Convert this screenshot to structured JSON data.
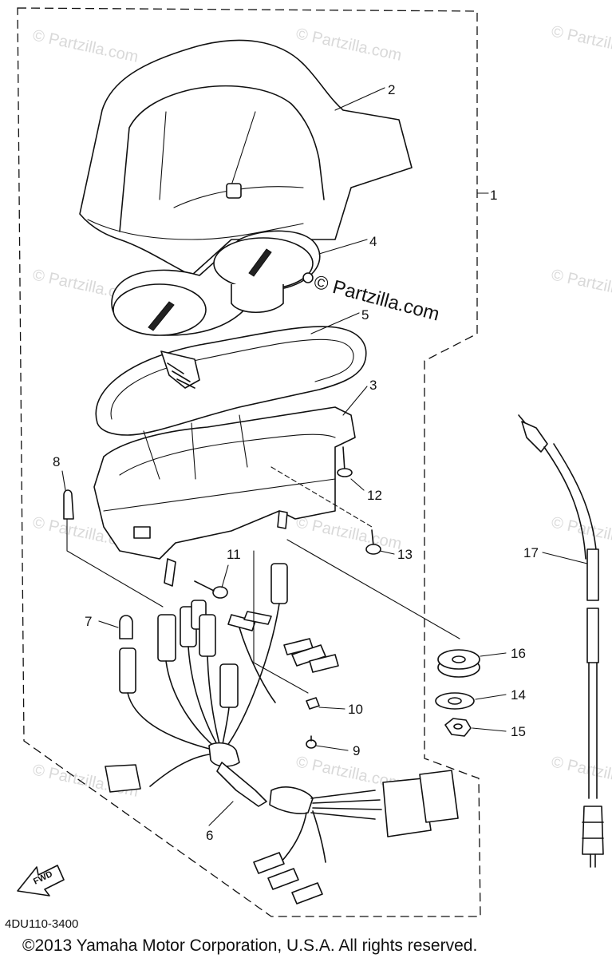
{
  "diagram": {
    "callouts": [
      {
        "id": "1",
        "label": "1"
      },
      {
        "id": "2",
        "label": "2"
      },
      {
        "id": "3",
        "label": "3"
      },
      {
        "id": "4",
        "label": "4"
      },
      {
        "id": "5",
        "label": "5"
      },
      {
        "id": "6",
        "label": "6"
      },
      {
        "id": "7",
        "label": "7"
      },
      {
        "id": "8",
        "label": "8"
      },
      {
        "id": "9",
        "label": "9"
      },
      {
        "id": "10",
        "label": "10"
      },
      {
        "id": "11",
        "label": "11"
      },
      {
        "id": "12",
        "label": "12"
      },
      {
        "id": "13",
        "label": "13"
      },
      {
        "id": "14",
        "label": "14"
      },
      {
        "id": "15",
        "label": "15"
      },
      {
        "id": "16",
        "label": "16"
      },
      {
        "id": "17",
        "label": "17"
      }
    ],
    "watermark_main": "© Partzilla.com",
    "watermark_faint": "© Partzilla.com",
    "fwd_arrow_label": "FWD",
    "diagram_code": "4DU110-3400",
    "copyright": "©2013 Yamaha Motor Corporation, U.S.A. All rights reserved."
  }
}
